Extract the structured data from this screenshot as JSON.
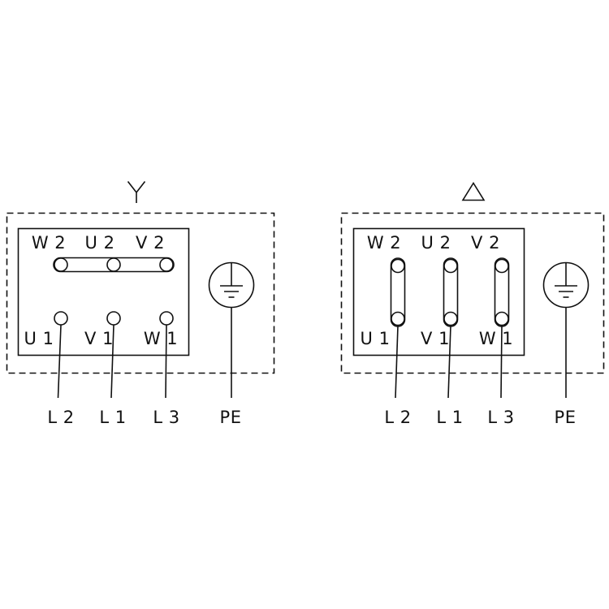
{
  "page": {
    "background": "#ffffff",
    "line_color": "#111111"
  },
  "star_diagram": {
    "symbol_icon": "star-icon",
    "top_terminals": [
      "W 2",
      "U 2",
      "V 2"
    ],
    "bottom_terminals": [
      "U 1",
      "V 1",
      "W 1"
    ],
    "supply_lines": [
      "L 2",
      "L 1",
      "L 3"
    ],
    "pe_label": "PE"
  },
  "delta_diagram": {
    "symbol_icon": "delta-icon",
    "top_terminals": [
      "W 2",
      "U 2",
      "V 2"
    ],
    "bottom_terminals": [
      "U 1",
      "V 1",
      "W 1"
    ],
    "supply_lines": [
      "L 2",
      "L 1",
      "L 3"
    ],
    "pe_label": "PE"
  }
}
